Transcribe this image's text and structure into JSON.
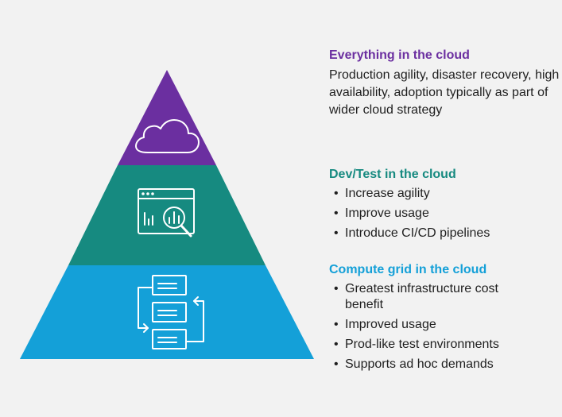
{
  "colors": {
    "purple": "#6b2fa0",
    "teal": "#168a80",
    "blue": "#14a0d8",
    "background": "#f2f2f2"
  },
  "tiers": [
    {
      "title": "Everything in the cloud",
      "title_color": "#6b2fa0",
      "description": "Production agility, disaster recovery, high availability, adoption typically as part of wider cloud strategy",
      "icon": "cloud-icon"
    },
    {
      "title": "Dev/Test in the cloud",
      "title_color": "#168a80",
      "bullets": [
        "Increase agility",
        "Improve usage",
        "Introduce CI/CD pipelines"
      ],
      "icon": "analytics-window-icon"
    },
    {
      "title": "Compute grid in the cloud",
      "title_color": "#14a0d8",
      "bullets": [
        "Greatest infrastructure cost benefit",
        "Improved usage",
        "Prod-like test environments",
        "Supports ad hoc demands"
      ],
      "icon": "process-flow-icon"
    }
  ]
}
